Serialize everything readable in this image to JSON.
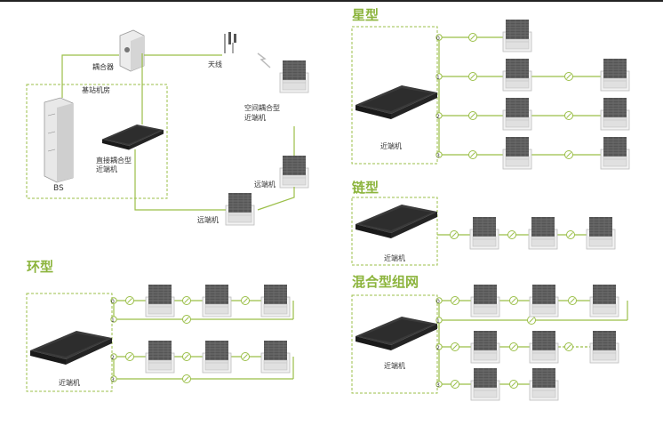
{
  "colors": {
    "accent": "#8cb43c",
    "line": "#9bbf48",
    "device": "#2f2f2f"
  },
  "titles": {
    "star": "星型",
    "chain": "链型",
    "ring": "环型",
    "hybrid": "混合型组网"
  },
  "labels": {
    "coupler": "耦合器",
    "antenna": "天线",
    "bs_room": "基站机房",
    "bs": "BS",
    "direct_coupled_line1": "直接耦合型",
    "direct_coupled_line2": "近端机",
    "space_coupled_line1": "空间耦合型",
    "space_coupled_line2": "近端机",
    "near_end": "近端机",
    "remote_a": "远端机",
    "remote_b": "远端机",
    "star_near": "近端机",
    "chain_near": "近端机",
    "ring_near": "近端机",
    "hybrid_near": "近端机"
  },
  "ports": {
    "p0": "0",
    "p1": "1",
    "p2": "2",
    "p3": "3"
  }
}
